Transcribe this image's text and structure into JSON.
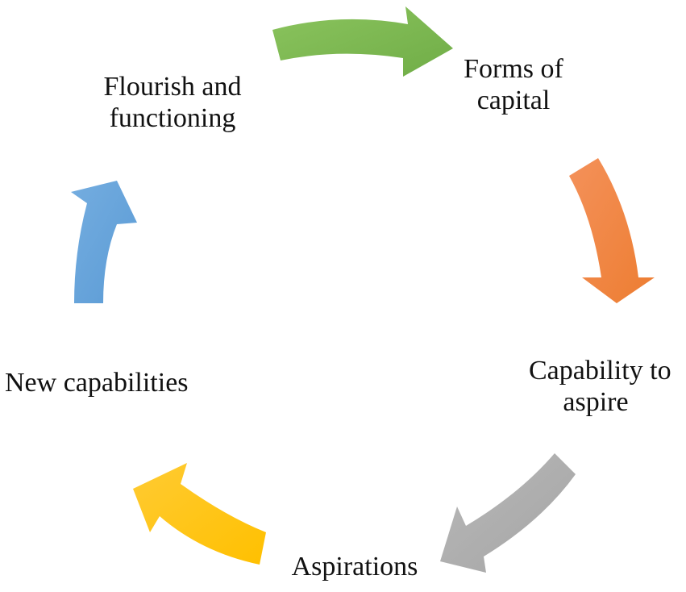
{
  "nodes": [
    {
      "id": "forms",
      "lines": [
        "Forms of",
        "capital"
      ]
    },
    {
      "id": "capability",
      "lines": [
        "Capability to",
        "aspire"
      ]
    },
    {
      "id": "aspirations",
      "lines": [
        "Aspirations"
      ]
    },
    {
      "id": "new_capabilities",
      "lines": [
        "New capabilities"
      ]
    },
    {
      "id": "flourish",
      "lines": [
        "Flourish and",
        "functioning"
      ]
    }
  ],
  "arrows": [
    {
      "from": "flourish",
      "to": "forms",
      "color": "#70AD47",
      "color_light": "#8BC45E"
    },
    {
      "from": "forms",
      "to": "capability",
      "color": "#ED7D31",
      "color_light": "#F4915A"
    },
    {
      "from": "capability",
      "to": "aspirations",
      "color": "#A5A5A5",
      "color_light": "#B8B8B8"
    },
    {
      "from": "aspirations",
      "to": "new_capabilities",
      "color": "#FFC000",
      "color_light": "#FFCB33"
    },
    {
      "from": "new_capabilities",
      "to": "flourish",
      "color": "#5B9BD5",
      "color_light": "#74ADE0"
    }
  ]
}
